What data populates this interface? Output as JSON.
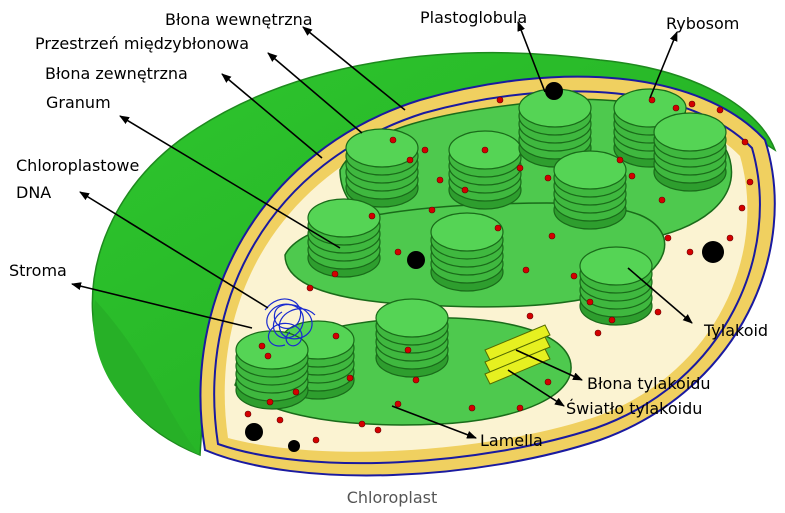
{
  "labels": {
    "inner_membrane": "Błona wewnętrzna",
    "intermembrane_space": "Przestrzeń międzybłonowa",
    "outer_membrane": "Błona zewnętrzna",
    "granum": "Granum",
    "dna_line1": "Chloroplastowe",
    "dna_line2": "DNA",
    "stroma": "Stroma",
    "plastoglobule": "Plastoglobula",
    "ribosome": "Rybosom",
    "thylakoid": "Tylakoid",
    "thylakoid_membrane": "Błona tylakoidu",
    "thylakoid_lumen": "Światło tylakoidu",
    "lamella": "Lamella"
  },
  "caption": "Chloroplast",
  "colors": {
    "outer_green": "#33cc33",
    "membrane_gold": "#f0d060",
    "membrane_blue": "#1a1aa0",
    "stroma": "#fbf3d2",
    "grana_green": "#4ec94e",
    "grana_dark": "#1a6b1a",
    "ribosome_red": "#d40000",
    "lumen_yellow": "#e6f020",
    "dna_blue": "#1a2ad0"
  }
}
